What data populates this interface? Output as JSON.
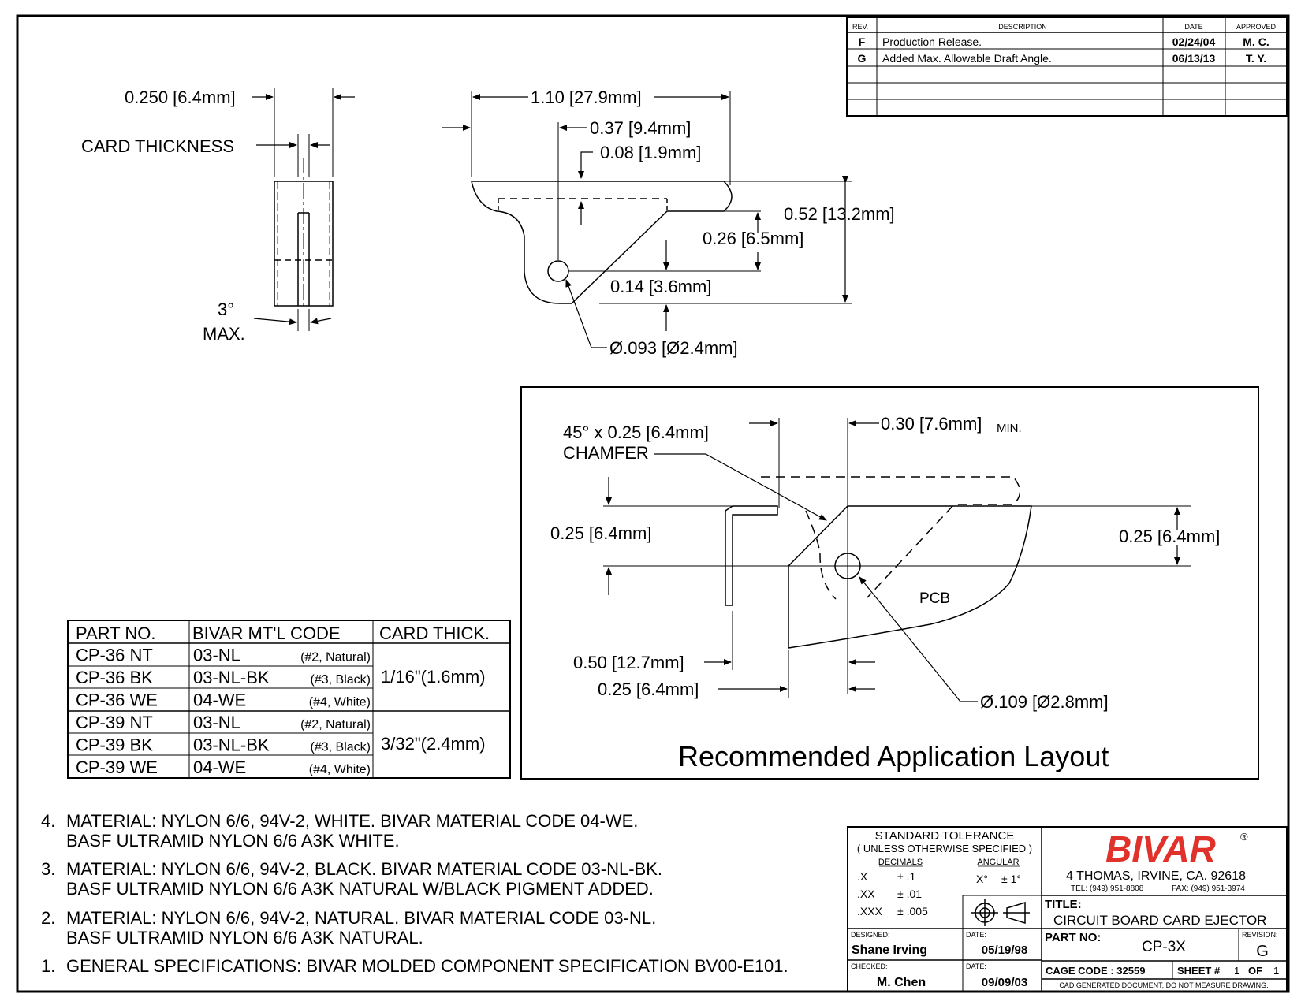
{
  "revision_table": {
    "headers": {
      "rev": "REV.",
      "description": "DESCRIPTION",
      "date": "DATE",
      "approved": "APPROVED"
    },
    "rows": [
      {
        "rev": "F",
        "description": "Production Release.",
        "date": "02/24/04",
        "approved": "M. C."
      },
      {
        "rev": "G",
        "description": "Added Max. Allowable Draft Angle.",
        "date": "06/13/13",
        "approved": "T. Y."
      }
    ]
  },
  "side_view": {
    "card_width": "0.250 [6.4mm]",
    "card_thickness": "CARD THICKNESS",
    "angle": "3°",
    "angle_max": "MAX."
  },
  "front_view": {
    "overall_length": "1.10 [27.9mm]",
    "hole_offset": "0.37 [9.4mm]",
    "lip": "0.08 [1.9mm]",
    "overall_height": "0.52 [13.2mm]",
    "mid_height": "0.26 [6.5mm]",
    "hole_height": "0.14 [3.6mm]",
    "hole_dia": "Ø.093 [Ø2.4mm]"
  },
  "layout_view": {
    "chamfer_1": "45° x 0.25 [6.4mm]",
    "chamfer_2": "CHAMFER",
    "min_dim": "0.30 [7.6mm]",
    "min_sub": "MIN.",
    "left_height": "0.25 [6.4mm]",
    "right_height": "0.25 [6.4mm]",
    "pcb": "PCB",
    "dim_050": "0.50 [12.7mm]",
    "dim_025": "0.25 [6.4mm]",
    "hole_dia": "Ø.109 [Ø2.8mm]",
    "title": "Recommended Application Layout"
  },
  "parts_table": {
    "headers": [
      "PART NO.",
      "BIVAR MT'L CODE",
      "CARD THICK."
    ],
    "rows": [
      {
        "part": "CP-36 NT",
        "code": "03-NL",
        "note": "(#2, Natural)"
      },
      {
        "part": "CP-36 BK",
        "code": "03-NL-BK",
        "note": "(#3, Black)"
      },
      {
        "part": "CP-36 WE",
        "code": "04-WE",
        "note": "(#4, White)"
      },
      {
        "part": "CP-39 NT",
        "code": "03-NL",
        "note": "(#2, Natural)"
      },
      {
        "part": "CP-39 BK",
        "code": "03-NL-BK",
        "note": "(#3, Black)"
      },
      {
        "part": "CP-39 WE",
        "code": "04-WE",
        "note": "(#4, White)"
      }
    ],
    "thick": [
      "1/16\"(1.6mm)",
      "3/32\"(2.4mm)"
    ]
  },
  "notes": [
    {
      "num": "4.",
      "line1": "MATERIAL: NYLON 6/6, 94V-2, WHITE.   BIVAR MATERIAL CODE 04-WE.",
      "line2": "BASF ULTRAMID NYLON 6/6 A3K WHITE."
    },
    {
      "num": "3.",
      "line1": "MATERIAL: NYLON 6/6, 94V-2, BLACK.   BIVAR MATERIAL CODE 03-NL-BK.",
      "line2": "BASF ULTRAMID NYLON 6/6 A3K NATURAL W/BLACK PIGMENT ADDED."
    },
    {
      "num": "2.",
      "line1": "MATERIAL: NYLON 6/6, 94V-2, NATURAL.   BIVAR MATERIAL CODE 03-NL.",
      "line2": "BASF ULTRAMID NYLON 6/6 A3K NATURAL."
    },
    {
      "num": "1.",
      "line1": "GENERAL SPECIFICATIONS: BIVAR MOLDED COMPONENT SPECIFICATION BV00-E101.",
      "line2": ""
    }
  ],
  "title_block": {
    "tol_title": "STANDARD TOLERANCE",
    "tol_sub": "( UNLESS OTHERWISE SPECIFIED )",
    "decimals": "DECIMALS",
    "angular": "ANGULAR",
    "x": ".X",
    "x_tol": "± .1",
    "xx": ".XX",
    "xx_tol": "± .01",
    "xxx": ".XXX",
    "xxx_tol": "± .005",
    "ang": "X°",
    "ang_tol": "± 1°",
    "logo": "BIVAR",
    "reg": "®",
    "address": "4  THOMAS, IRVINE, CA. 92618",
    "tel": "TEL: (949) 951-8808",
    "fax": "FAX: (949) 951-3974",
    "title_label": "TITLE:",
    "title": "CIRCUIT BOARD CARD EJECTOR",
    "designed_label": "DESIGNED:",
    "designed": "Shane Irving",
    "date_label": "DATE:",
    "designed_date": "05/19/98",
    "checked_label": "CHECKED:",
    "checked": "M. Chen",
    "checked_date": "09/09/03",
    "partno_label": "PART NO:",
    "partno": "CP-3X",
    "rev_label": "REVISION:",
    "rev": "G",
    "cage": "CAGE CODE :  32559",
    "sheet_label": "SHEET #",
    "sheet": "1",
    "of_label": "OF",
    "of": "1",
    "cad": "CAD GENERATED DOCUMENT, DO NOT MEASURE DRAWING."
  },
  "colors": {
    "logo": "#e0312b"
  }
}
